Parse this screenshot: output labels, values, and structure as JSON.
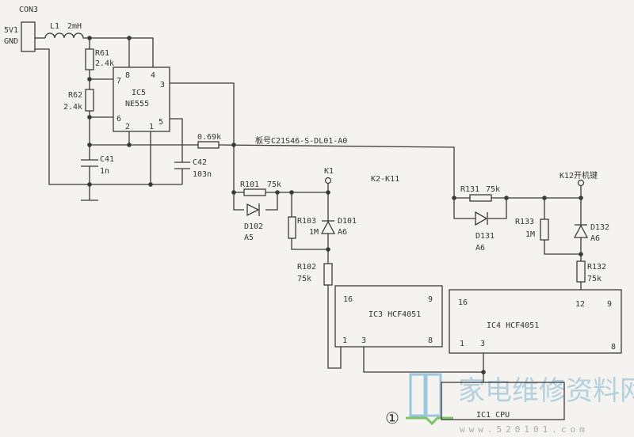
{
  "connector": {
    "name": "CON3",
    "pin1": "5V1",
    "pin2": "GND"
  },
  "inductor": {
    "name": "L1",
    "value": "2mH"
  },
  "resistors": {
    "r61": {
      "name": "R61",
      "value": "2.4k"
    },
    "r62": {
      "name": "R62",
      "value": "2.4k"
    },
    "r_out": {
      "value": "0.69k"
    },
    "r101": {
      "name": "R101",
      "value": "75k"
    },
    "r102": {
      "name": "R102",
      "value": "75k"
    },
    "r103": {
      "name": "R103",
      "value": "1M"
    },
    "r131": {
      "name": "R131",
      "value": "75k"
    },
    "r132": {
      "name": "R132",
      "value": "75k"
    },
    "r133": {
      "name": "R133",
      "value": "1M"
    }
  },
  "capacitors": {
    "c41": {
      "name": "C41",
      "value": "1n"
    },
    "c42": {
      "name": "C42",
      "value": "103n"
    }
  },
  "diodes": {
    "d101": {
      "name": "D101",
      "value": "A6"
    },
    "d102": {
      "name": "D102",
      "value": "A5"
    },
    "d131": {
      "name": "D131",
      "value": "A6"
    },
    "d132": {
      "name": "D132",
      "value": "A6"
    }
  },
  "ic5": {
    "name": "IC5",
    "type": "NE555",
    "pins": [
      "8",
      "4",
      "7",
      "3",
      "6",
      "5",
      "2",
      "1"
    ]
  },
  "ic3": {
    "label": "IC3 HCF4051",
    "pins": [
      "16",
      "9",
      "1",
      "3",
      "8"
    ]
  },
  "ic4": {
    "label": "IC4 HCF4051",
    "pins": [
      "16",
      "12",
      "9",
      "1",
      "3",
      "8"
    ]
  },
  "ic1": {
    "label": "IC1 CPU"
  },
  "board_label": "板号C21S46-S-DL01-A0",
  "keys": {
    "k1": "K1",
    "k2_k11": "K2-K11",
    "k12": "K12开机键"
  },
  "figure_number": "①",
  "watermark": {
    "logo_text": "家电维修资料网",
    "url": "www.520101.com"
  }
}
